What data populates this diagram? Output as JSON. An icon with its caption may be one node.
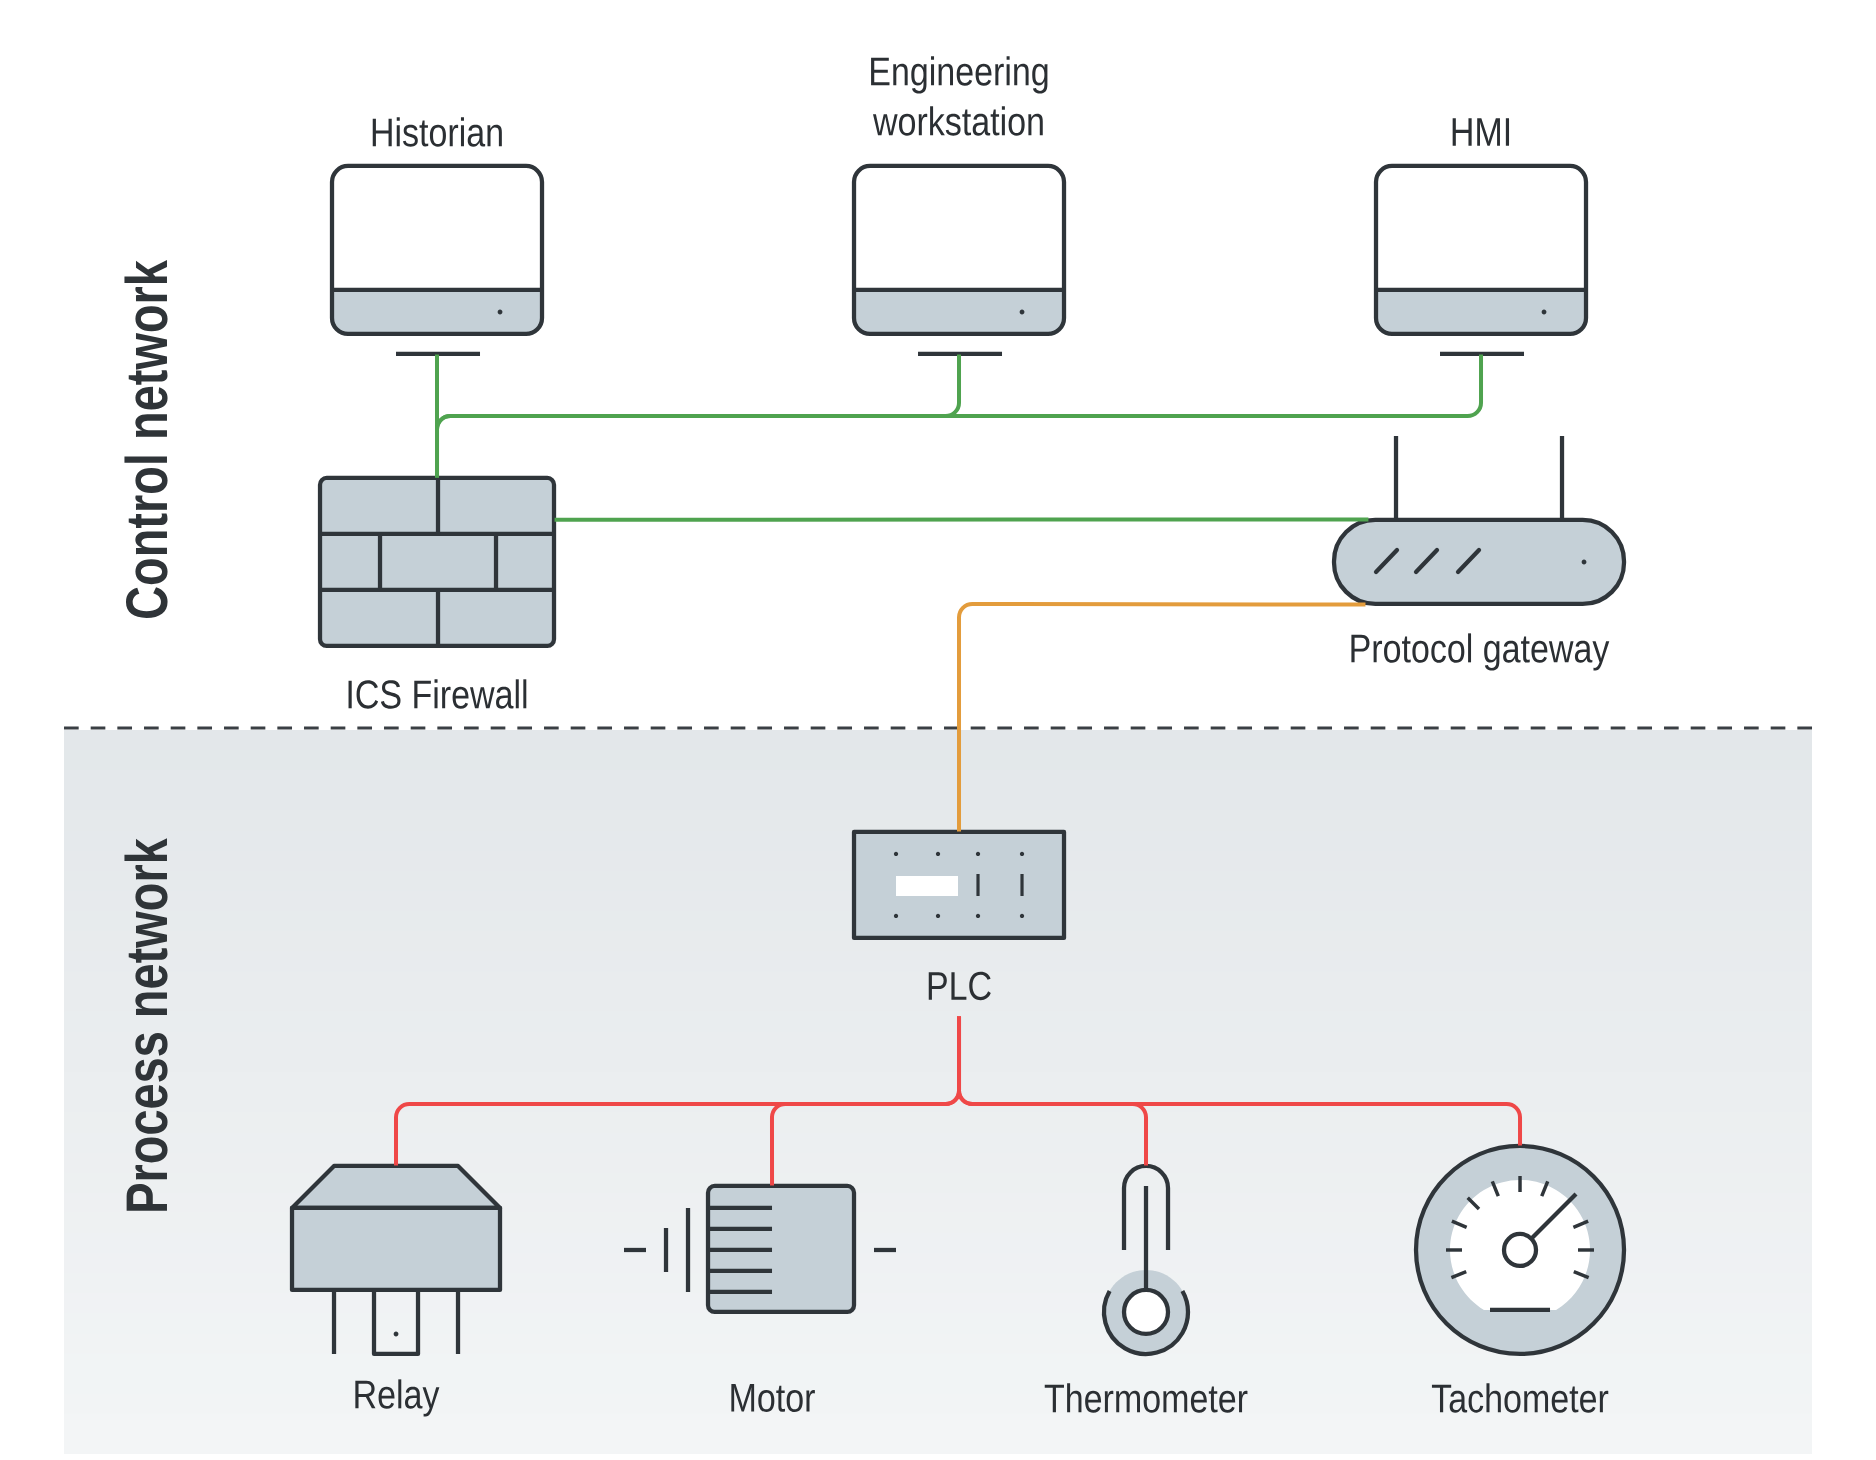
{
  "diagram": {
    "nodes": [
      {
        "text": [
          "Historian"
        ]
      },
      {
        "text": [
          "Engineering workstation"
        ]
      },
      {
        "text": [
          "HMI"
        ]
      },
      {
        "text": [
          "ICS Firewall"
        ]
      },
      {
        "text": [
          "Protocol gateway"
        ]
      },
      {
        "text": [
          "Process network"
        ]
      },
      {
        "text": [
          "PLC"
        ],
        "in": 5
      },
      {
        "text": [
          "Relay"
        ],
        "in": 5
      },
      {
        "text": [
          "Motor"
        ],
        "in": 5
      },
      {
        "text": [
          "Thermometer"
        ],
        "in": 5
      },
      {
        "text": [
          "Tachometer"
        ],
        "in": 5
      }
    ],
    "edges": [
      {
        "from": 3,
        "to": 0,
        "arrow": "none",
        "color": "#4fa34f"
      },
      {
        "from": 3,
        "to": 1,
        "arrow": "none",
        "color": "#4fa34f"
      },
      {
        "from": 3,
        "to": 2,
        "arrow": "none",
        "color": "#4fa34f"
      },
      {
        "from": 3,
        "to": 4,
        "arrow": "none",
        "color": "#4fa34f"
      },
      {
        "from": 4,
        "to": 6,
        "arrow": "none",
        "color": "#e39c3c"
      },
      {
        "from": 6,
        "to": 7,
        "arrow": "none",
        "color": "#ef4848"
      },
      {
        "from": 6,
        "to": 8,
        "arrow": "none",
        "color": "#ef4848"
      },
      {
        "from": 6,
        "to": 9,
        "arrow": "none",
        "color": "#ef4848"
      },
      {
        "from": 6,
        "to": 10,
        "arrow": "none",
        "color": "#ef4848"
      }
    ],
    "labels": [
      "Control network"
    ]
  }
}
